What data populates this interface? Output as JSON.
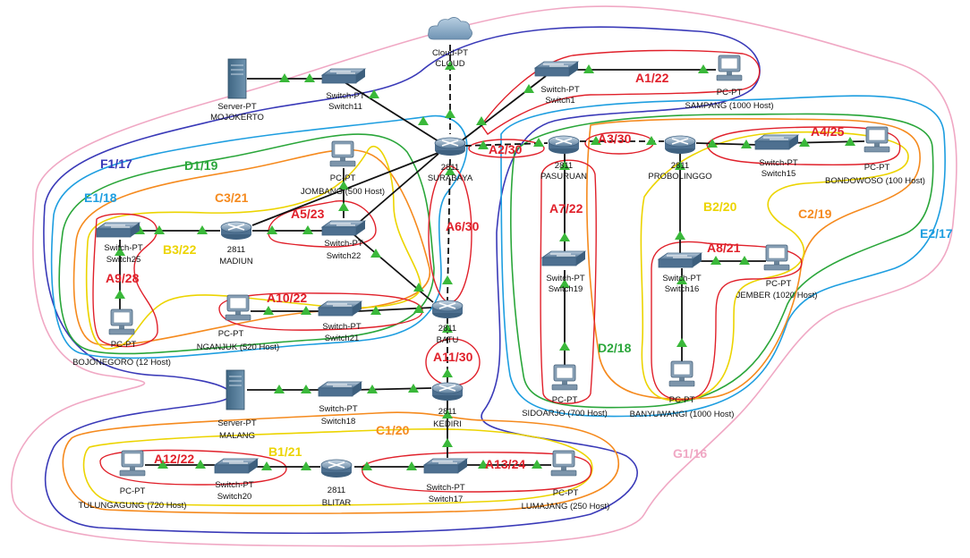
{
  "devices": {
    "cloud": {
      "type": "Cloud-PT",
      "name": "CLOUD"
    },
    "surabaya": {
      "type": "2811",
      "name": "SURABAYA"
    },
    "pasuruan": {
      "type": "2811",
      "name": "PASURUAN"
    },
    "probolinggo": {
      "type": "2811",
      "name": "PROBOLINGGO"
    },
    "madiun": {
      "type": "2811",
      "name": "MADIUN"
    },
    "batu": {
      "type": "2811",
      "name": "BATU"
    },
    "kediri": {
      "type": "2811",
      "name": "KEDIRI"
    },
    "blitar": {
      "type": "2811",
      "name": "BLITAR"
    },
    "server_mojokerto": {
      "type": "Server-PT",
      "name": "MOJOKERTO"
    },
    "server_malang": {
      "type": "Server-PT",
      "name": "MALANG"
    },
    "switch1": {
      "type": "Switch-PT",
      "name": "Switch1"
    },
    "switch11": {
      "type": "Switch-PT",
      "name": "Switch11"
    },
    "switch15": {
      "type": "Switch-PT",
      "name": "Switch15"
    },
    "switch16": {
      "type": "Switch-PT",
      "name": "Switch16"
    },
    "switch17": {
      "type": "Switch-PT",
      "name": "Switch17"
    },
    "switch18": {
      "type": "Switch-PT",
      "name": "Switch18"
    },
    "switch19": {
      "type": "Switch-PT",
      "name": "Switch19"
    },
    "switch20": {
      "type": "Switch-PT",
      "name": "Switch20"
    },
    "switch21": {
      "type": "Switch-PT",
      "name": "Switch21"
    },
    "switch22": {
      "type": "Switch-PT",
      "name": "Switch22"
    },
    "switch25": {
      "type": "Switch-PT",
      "name": "Switch25"
    },
    "pc_sampang": {
      "type": "PC-PT",
      "name": "SAMPANG (1000 Host)"
    },
    "pc_bondowoso": {
      "type": "PC-PT",
      "name": "BONDOWOSO (100 Host)"
    },
    "pc_jember": {
      "type": "PC-PT",
      "name": "JEMBER (1020 Host)"
    },
    "pc_banyuwangi": {
      "type": "PC-PT",
      "name": "BANYUWANGI (1000 Host)"
    },
    "pc_sidoarjo": {
      "type": "PC-PT",
      "name": "SIDOARJO (700 Host)"
    },
    "pc_jombang": {
      "type": "PC-PT",
      "name": "JOMBANG (500 Host)"
    },
    "pc_bojonegoro": {
      "type": "PC-PT",
      "name": "BOJONEGORO (12 Host)"
    },
    "pc_nganjuk": {
      "type": "PC-PT",
      "name": "NGANJUK (520 Host)"
    },
    "pc_tulungagung": {
      "type": "PC-PT",
      "name": "TULUNGAGUNG (720 Host)"
    },
    "pc_lumajang": {
      "type": "PC-PT",
      "name": "LUMAJANG (250 Host)"
    }
  },
  "segments": {
    "a1": "A1/22",
    "a2": "A2/30",
    "a3": "A3/30",
    "a4": "A4/25",
    "a5": "A5/23",
    "a6": "A6/30",
    "a7": "A7/22",
    "a8": "A8/21",
    "a9": "A9/28",
    "a10": "A10/22",
    "a11": "A11/30",
    "a12": "A12/22",
    "a13": "A13/24",
    "b1": "B1/21",
    "b2": "B2/20",
    "b3": "B3/22",
    "c1": "C1/20",
    "c2": "C2/19",
    "c3": "C3/21",
    "d1": "D1/19",
    "d2": "D2/18",
    "e1": "E1/18",
    "e2": "E2/17",
    "f1": "F1/17",
    "g1": "G1/16"
  },
  "colors": {
    "a": "#e0202a",
    "b": "#ecd400",
    "c": "#f58a1e",
    "d": "#2aa63a",
    "e": "#1e9ee0",
    "f": "#3a3ab8",
    "g": "#f0a8c4",
    "link": "#111111",
    "port_up": "#3ab83a"
  }
}
